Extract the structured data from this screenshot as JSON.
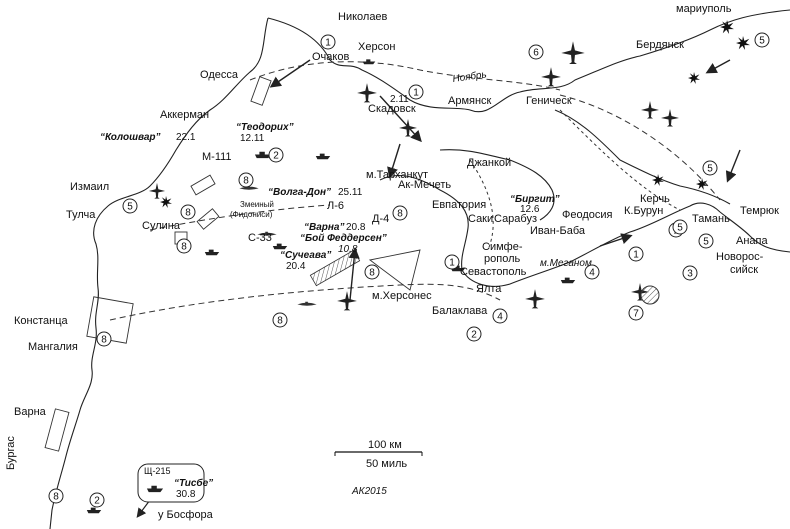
{
  "cities": {
    "mariupol": "мариуполь",
    "berdyansk": "Бердянск",
    "nikolaev": "Николаев",
    "kherson": "Херсон",
    "ochakov": "Очаков",
    "odessa": "Одесса",
    "akkerman": "Аккерман",
    "skadovsk": "Скадовск",
    "armyansk": "Армянск",
    "genichesk": "Геническ",
    "dzhankoy": "Джанкой",
    "izmail": "Измаил",
    "tulcha": "Тулча",
    "sulina": "Сулина",
    "ak_mechet": "Ак-Мечеть",
    "evpatoria": "Евпатория",
    "saki": "Саки",
    "sarabuz": "Сарабуз",
    "feodosia": "Феодосия",
    "ivan_baba": "Иван-Баба",
    "simferopol_1": "Симфе-",
    "simferopol_2": "рополь",
    "sevastopol": "Севастополь",
    "yalta": "Ялта",
    "balaklava": "Балаклава",
    "kerch": "Керчь",
    "k_burun": "К.Бурун",
    "taman": "Тамань",
    "temryuk": "Темрюк",
    "anapa": "Анапа",
    "novoros_1": "Новорос-",
    "novoros_2": "сийск",
    "constanta": "Констанца",
    "mangalia": "Мангалия",
    "varna_city": "Варна",
    "burgas": "Бургас"
  },
  "capes": {
    "tarkhankut": "м.Тарханкут",
    "khersones": "м.Херсонес",
    "meganom": "м.Меганом",
    "zmeiny_1": "Змеиный",
    "zmeiny_2": "(Фидониси)"
  },
  "labels": {
    "noyabr": "Ноябрь",
    "bosphorus": "у Босфора",
    "signature": "АК2015"
  },
  "ships": {
    "kolozhvar": {
      "name": "“Колошвар”",
      "date": "22.1"
    },
    "teodorikh": {
      "name": "“Теодорих”",
      "date": "12.11"
    },
    "volga_don": {
      "name": "“Волга-Дон”",
      "date": "25.11"
    },
    "varna": {
      "name": "“Варна”",
      "date": "20.8"
    },
    "boy_feddersen": {
      "name": "“Бой Феддерсен”",
      "date": "10.8"
    },
    "suchava": {
      "name": "“Сучеава”",
      "date": "20.4"
    },
    "birgit": {
      "name": "“Биргит”",
      "date": "12.6"
    },
    "tisbe": {
      "name": "“Тисбе”",
      "date": "30.8"
    }
  },
  "submarines": {
    "m111": "М-111",
    "l6": "Л-6",
    "d4": "Д-4",
    "s33": "С-33",
    "shch215": "Щ-215"
  },
  "dates": {
    "d_2_11": "2.11"
  },
  "markers": [
    {
      "n": "1",
      "id": "m-nik"
    },
    {
      "n": "1",
      "id": "m-sk"
    },
    {
      "n": "1",
      "id": "m-sev"
    },
    {
      "n": "1",
      "id": "m-south"
    },
    {
      "n": "1",
      "id": "m-kerch"
    },
    {
      "n": "2",
      "id": "m-od"
    },
    {
      "n": "2",
      "id": "m-bal"
    },
    {
      "n": "2",
      "id": "m-bur"
    },
    {
      "n": "3",
      "id": "m-nov"
    },
    {
      "n": "4",
      "id": "m-yal"
    },
    {
      "n": "4",
      "id": "m-mega"
    },
    {
      "n": "5",
      "id": "m-mar"
    },
    {
      "n": "5",
      "id": "m-az"
    },
    {
      "n": "5",
      "id": "m-tul"
    },
    {
      "n": "5",
      "id": "m-tam"
    },
    {
      "n": "5",
      "id": "m-ana"
    },
    {
      "n": "6",
      "id": "m-gen"
    },
    {
      "n": "7",
      "id": "m-sea"
    },
    {
      "n": "8",
      "id": "m-zm"
    },
    {
      "n": "8",
      "id": "m-sul1"
    },
    {
      "n": "8",
      "id": "m-sul2"
    },
    {
      "n": "8",
      "id": "m-tar"
    },
    {
      "n": "8",
      "id": "m-sev8"
    },
    {
      "n": "8",
      "id": "m-mid"
    },
    {
      "n": "8",
      "id": "m-con"
    },
    {
      "n": "8",
      "id": "m-bur8"
    }
  ],
  "scale": {
    "km": "100 км",
    "miles": "50 миль"
  }
}
